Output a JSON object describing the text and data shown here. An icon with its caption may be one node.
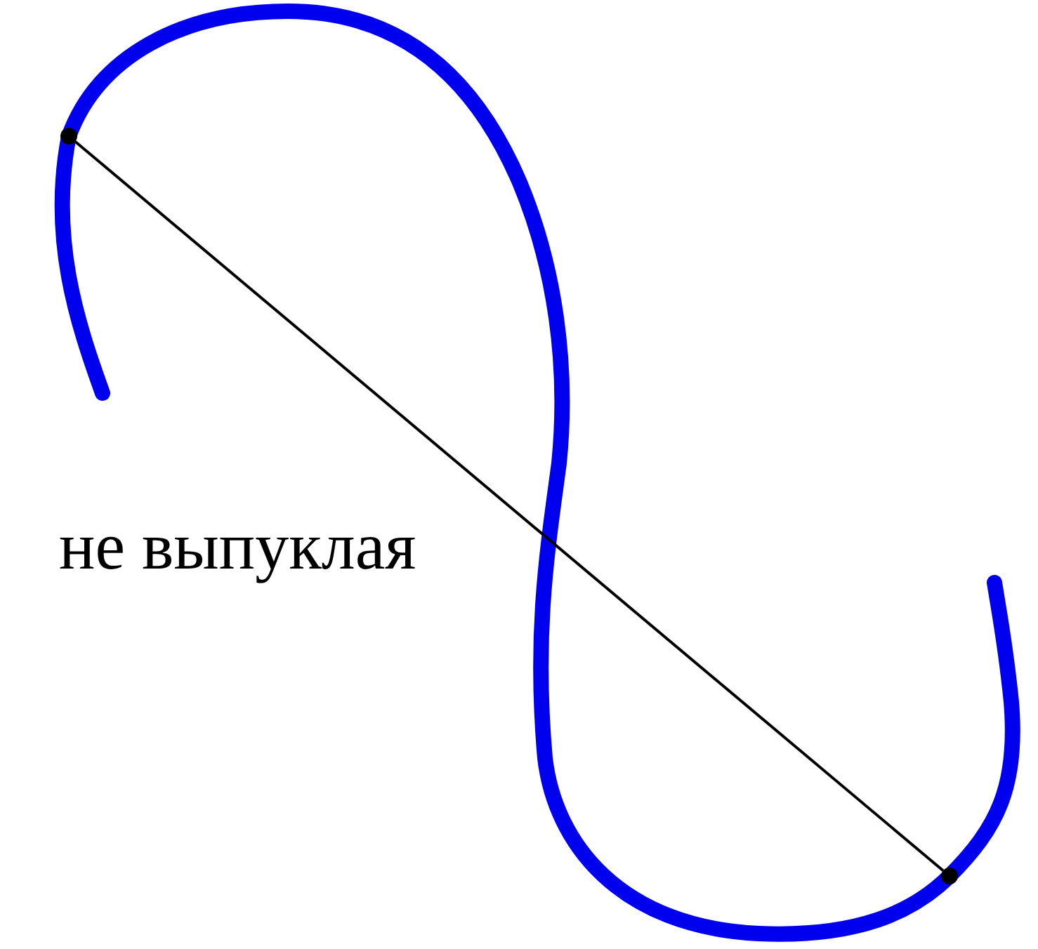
{
  "diagram": {
    "nodes": [
      {
        "text": [],
        "shape": "circle"
      },
      {
        "text": [],
        "shape": "circle"
      }
    ],
    "edges": [
      {
        "from": 0,
        "to": 1,
        "arrow": "none"
      }
    ],
    "labels": [
      "не выпуклая"
    ]
  }
}
